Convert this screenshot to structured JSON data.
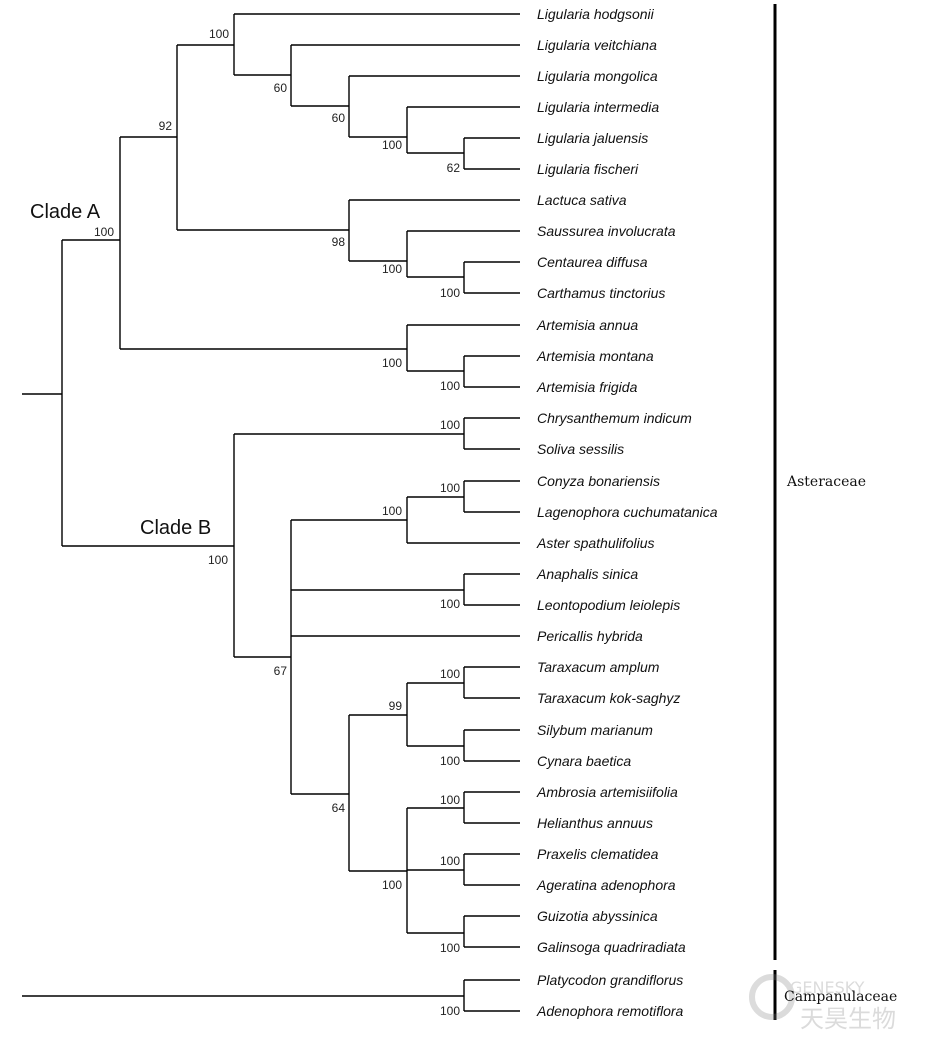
{
  "taxa": [
    "Ligularia hodgsonii",
    "Ligularia veitchiana",
    "Ligularia mongolica",
    "Ligularia intermedia",
    "Ligularia jaluensis",
    "Ligularia fischeri",
    "Lactuca sativa",
    "Saussurea involucrata",
    "Centaurea diffusa",
    "Carthamus tinctorius",
    "Artemisia annua",
    "Artemisia montana",
    "Artemisia frigida",
    "Chrysanthemum indicum",
    "Soliva sessilis",
    "Conyza bonariensis",
    "Lagenophora cuchumatanica",
    "Aster spathulifolius",
    "Anaphalis sinica",
    "Leontopodium leiolepis",
    "Pericallis hybrida",
    "Taraxacum amplum",
    "Taraxacum kok-saghyz",
    "Silybum marianum",
    "Cynara baetica",
    "Ambrosia artemisiifolia",
    "Helianthus annuus",
    "Praxelis clematidea",
    "Ageratina adenophora",
    "Guizotia abyssinica",
    "Galinsoga quadriradiata",
    "Platycodon grandiflorus",
    "Adenophora remotiflora"
  ],
  "clade_labels": {
    "a": "Clade A",
    "b": "Clade B"
  },
  "families": {
    "asteraceae": "Asteraceae",
    "campanulaceae": "Campanulaceae"
  },
  "watermark": {
    "latin": "GENESKY",
    "chinese": "天昊生物"
  },
  "bootstrap": {
    "ligularia_top": "100",
    "ligularia_inner1": "60",
    "ligularia_inner2": "60",
    "ligularia_inner3": "100",
    "jaluensis_fischeri": "62",
    "clade_a_sub": "92",
    "clade_a": "100",
    "lactuca_group": "98",
    "saussurea_group": "100",
    "centaurea_carthamus": "100",
    "artemisia": "100",
    "artemisia_pair": "100",
    "chrys_soliva": "100",
    "conyza_group": "100",
    "conyza_lageno": "100",
    "anaphalis_leonto": "100",
    "clade_b": "100",
    "clade_b_sub": "67",
    "tarax_silybum": "99",
    "taraxacum_pair": "100",
    "silybum_cynara": "100",
    "clade_64": "64",
    "ambrosia_group": "100",
    "ambrosia_helianthus": "100",
    "praxelis_ageratina": "100",
    "guizotia_galinsoga": "100",
    "campanulaceae": "100"
  }
}
